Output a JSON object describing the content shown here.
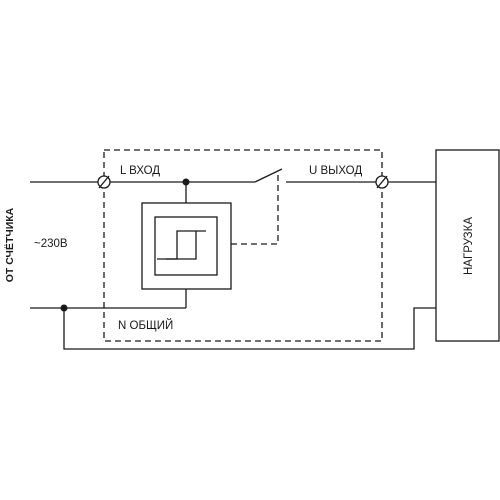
{
  "labels": {
    "source": "ОТ СЧЁТЧИКА",
    "voltage": "~230В",
    "l_input": "L ВХОД",
    "u_output": "U ВЫХОД",
    "n_common": "N ОБЩИЙ",
    "load": "НАГРУЗКА"
  },
  "colors": {
    "line": "#1a1a1a",
    "background": "#ffffff"
  }
}
